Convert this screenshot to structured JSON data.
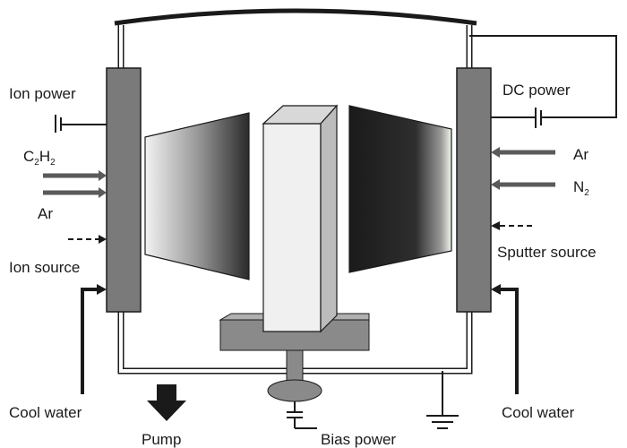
{
  "labels": {
    "ion_power": "Ion power",
    "c2h2_main": "C",
    "c2h2_sub1": "2",
    "c2h2_mid": "H",
    "c2h2_sub2": "2",
    "ar_left": "Ar",
    "ion_source": "Ion source",
    "cool_water_left": "Cool water",
    "pump": "Pump",
    "bias_power": "Bias power",
    "dc_power": "DC power",
    "ar_right": "Ar",
    "n2_main": "N",
    "n2_sub": "2",
    "sputter_source": "Sputter source",
    "cool_water_right": "Cool water"
  },
  "colors": {
    "chamber_wall": "#c8c8c8",
    "source_plate": "#7a7a7a",
    "substrate_holder": "#8a8a8a",
    "line": "#1a1a1a"
  }
}
